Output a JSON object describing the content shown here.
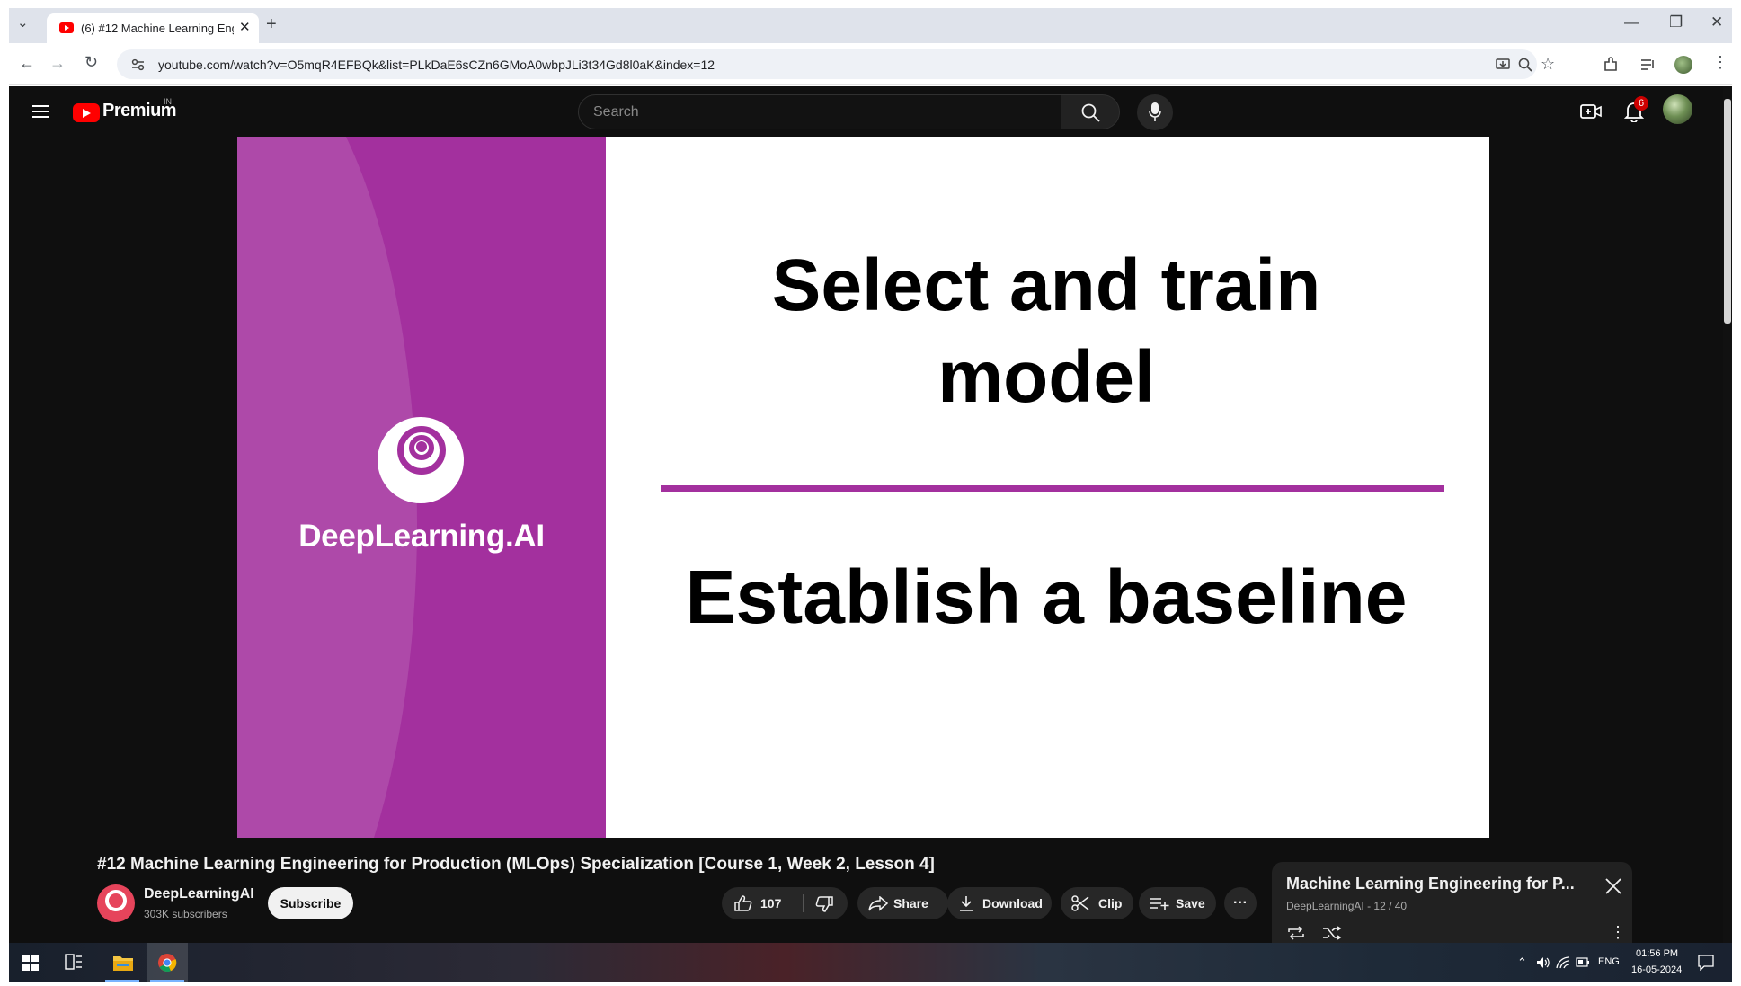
{
  "browser": {
    "tab_title": "(6) #12 Machine Learning Engin",
    "url": "youtube.com/watch?v=O5mqR4EFBQk&list=PLkDaE6sCZn6GMoA0wbpJLi3t34Gd8l0aK&index=12",
    "tab_close": "✕",
    "new_tab": "+",
    "tab_menu": "⌄",
    "window_minimize": "—",
    "window_restore": "❐",
    "window_close": "✕",
    "nav_back": "←",
    "nav_forward": "→",
    "nav_reload": "↻"
  },
  "youtube": {
    "logo_text": "Premium",
    "region": "IN",
    "search_placeholder": "Search",
    "notification_count": "6",
    "video": {
      "brand": "DeepLearning.AI",
      "slide_heading_1": "Select and train model",
      "slide_heading_2": "Establish a baseline",
      "brand_color": "#a3309e"
    },
    "title": "#12 Machine Learning Engineering for Production (MLOps) Specialization [Course 1, Week 2, Lesson 4]",
    "channel": {
      "name": "DeepLearningAI",
      "subscribers": "303K subscribers",
      "subscribe_label": "Subscribe"
    },
    "actions": {
      "like_count": "107",
      "share_label": "Share",
      "download_label": "Download",
      "clip_label": "Clip",
      "save_label": "Save",
      "more_label": "···"
    },
    "playlist": {
      "title": "Machine Learning Engineering for P...",
      "subtitle": "DeepLearningAI - 12 / 40"
    }
  },
  "taskbar": {
    "language": "ENG",
    "time": "01:56 PM",
    "date": "16-05-2024"
  }
}
